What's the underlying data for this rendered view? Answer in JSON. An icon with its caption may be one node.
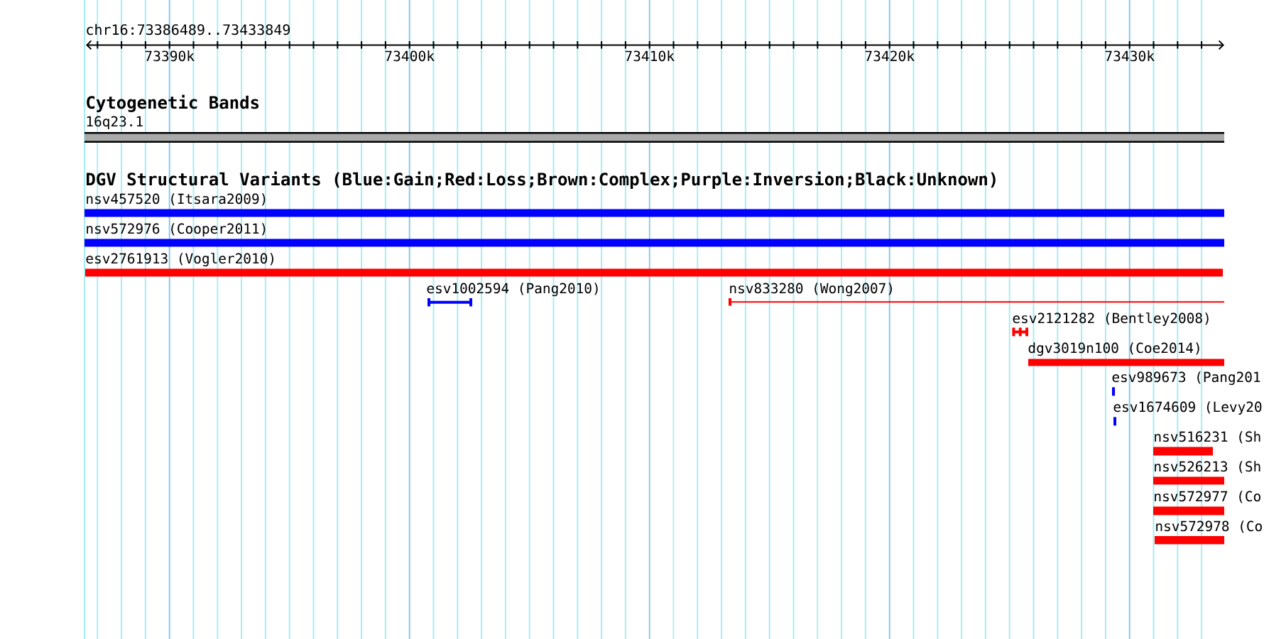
{
  "diagram": {
    "nodes": [
      {
        "text": [
          "16q23.1"
        ]
      },
      {
        "text": [
          "nsv457520 (Itsara2009)"
        ]
      },
      {
        "text": [
          "nsv572976 (Cooper2011)"
        ]
      },
      {
        "text": [
          "esv2761913 (Vogler2010)"
        ]
      },
      {
        "text": [
          "esv1002594 (Pang2010)"
        ]
      },
      {
        "text": [
          "nsv833280 (Wong2007)"
        ]
      },
      {
        "text": [
          "esv2121282 (Bentley2008)"
        ]
      },
      {
        "text": [
          "dgv3019n100 (Coe2014)"
        ]
      },
      {
        "text": [
          "esv989673 (Pang201"
        ]
      },
      {
        "text": [
          "esv1674609 (Levy20"
        ]
      },
      {
        "text": [
          "nsv516231 (Sh"
        ]
      },
      {
        "text": [
          "nsv526213 (Sh"
        ]
      },
      {
        "text": [
          "nsv572977 (Co"
        ]
      },
      {
        "text": [
          "nsv572978 (Co"
        ]
      }
    ],
    "labels": [
      "chr16:73386489..73433849",
      "73390k",
      "73400k",
      "73410k",
      "73420k",
      "73430k",
      "Cytogenetic Bands",
      "DGV Structural Variants (Blue:Gain;Red:Loss;Brown:Complex;Purple:Inversion;Black:Unknown)"
    ]
  }
}
